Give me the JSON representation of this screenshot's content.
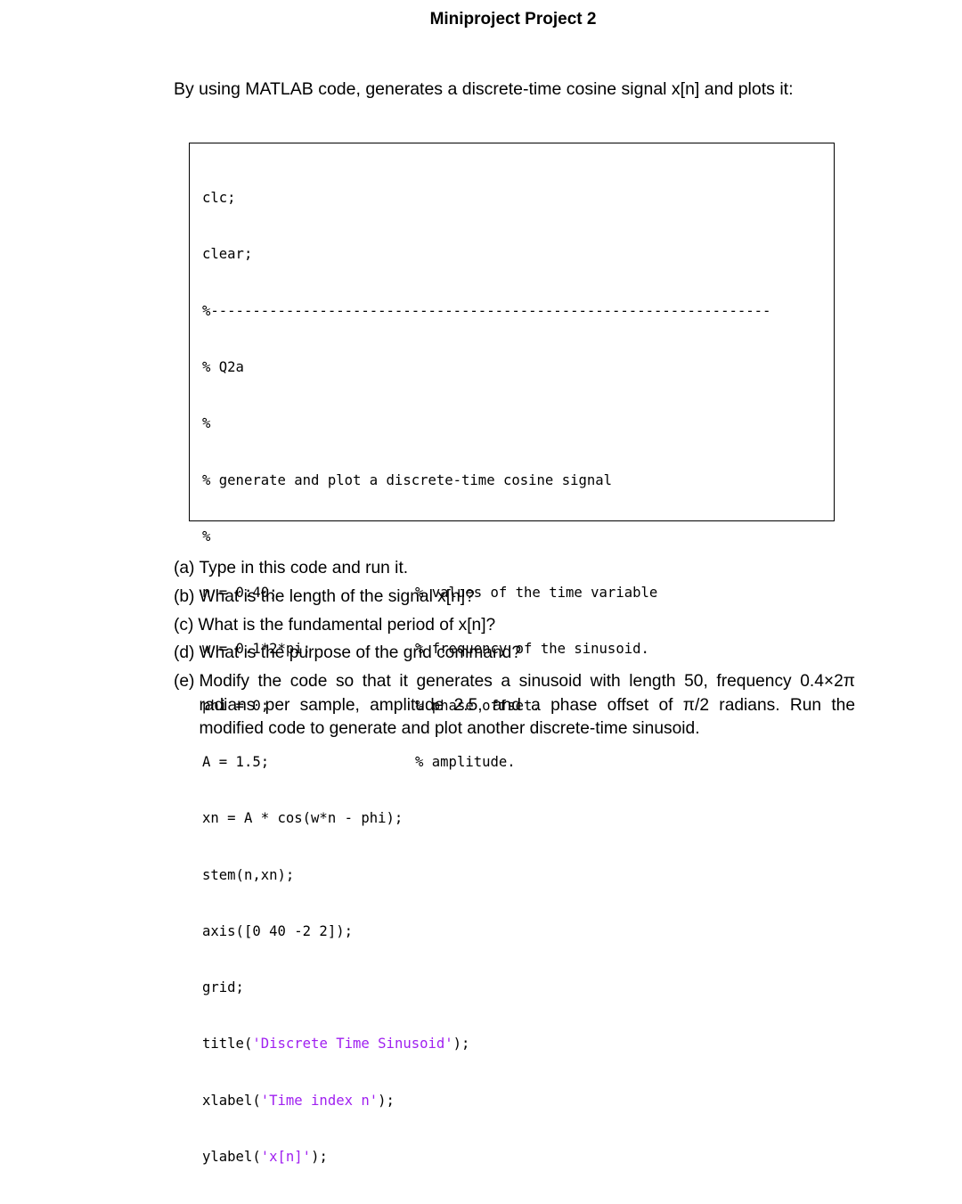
{
  "title": "Miniproject Project 2",
  "intro": "By using MATLAB code, generates a discrete-time cosine signal x[n] and plots it:",
  "code": {
    "lines": [
      {
        "text": "clc;"
      },
      {
        "text": "clear;"
      },
      {
        "text": "%-------------------------------------------------------------------"
      },
      {
        "text": "% Q2a"
      },
      {
        "text": "%"
      },
      {
        "text": "% generate and plot a discrete-time cosine signal"
      },
      {
        "text": "%"
      },
      {
        "text": "n = 0:40;",
        "comment": "% values of the time variable"
      },
      {
        "text": "w = 0.1*2*pi;",
        "comment": "% frequency of the sinusoid."
      },
      {
        "text": "phi = 0;",
        "comment": "% phase offset."
      },
      {
        "text": "A = 1.5;",
        "comment": "% amplitude."
      },
      {
        "text": "xn = A * cos(w*n - phi);"
      },
      {
        "text": "stem(n,xn);"
      },
      {
        "text": "axis([0 40 -2 2]);"
      },
      {
        "text": "grid;"
      },
      {
        "pre": "title(",
        "str": "'Discrete Time Sinusoid'",
        "post": ");"
      },
      {
        "pre": "xlabel(",
        "str": "'Time index n'",
        "post": ");"
      },
      {
        "pre": "ylabel(",
        "str": "'x[n]'",
        "post": ");"
      }
    ]
  },
  "questions": [
    {
      "label": "(a)",
      "text": "Type in this code and run it."
    },
    {
      "label": "(b)",
      "text": "What is the length of the signal x[n]?"
    },
    {
      "label": "(c)",
      "text": "What is the fundamental period of x[n]?"
    },
    {
      "label": "(d)",
      "text": "What is the purpose of the grid command?"
    },
    {
      "label": "(e)",
      "text": "Modify the code so that it generates a sinusoid with length 50, frequency 0.4×2π radians per sample, amplitude 2.5, and a phase offset of π/2 radians. Run the modified code to generate and plot another discrete-time sinusoid."
    }
  ],
  "colors": {
    "string_literal": "#a020f0",
    "text": "#000000"
  }
}
